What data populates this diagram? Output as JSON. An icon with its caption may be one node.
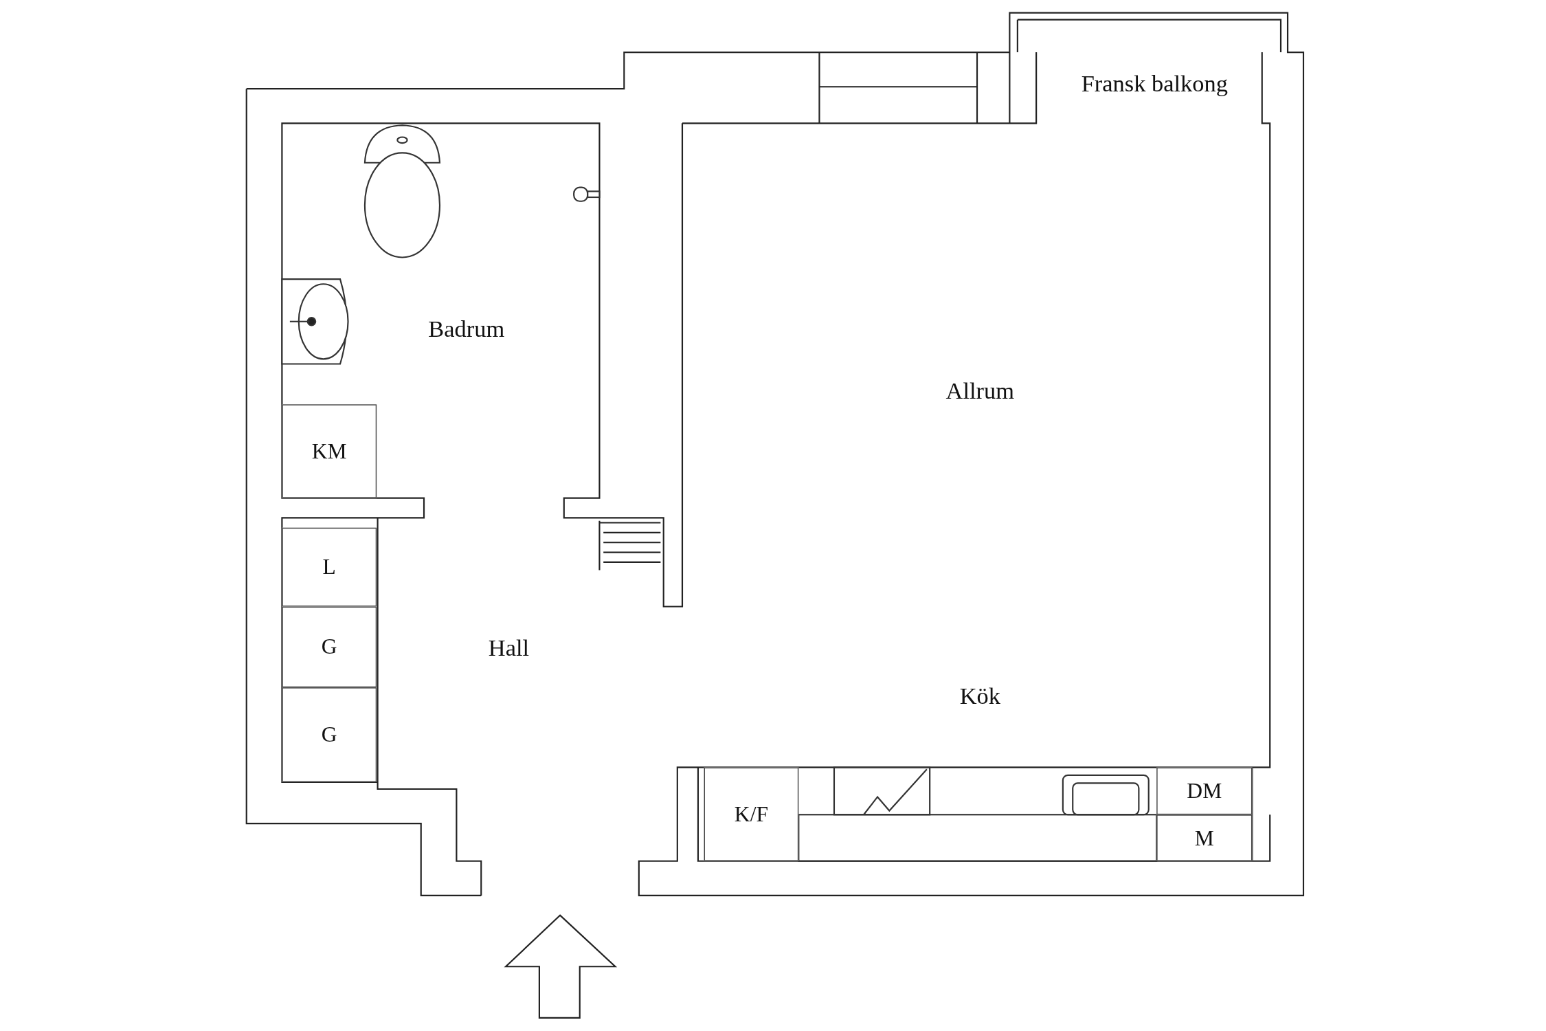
{
  "diagram": {
    "nodes": [
      {
        "text": [
          "KM"
        ]
      },
      {
        "text": [
          "L"
        ]
      },
      {
        "text": [
          "G"
        ]
      },
      {
        "text": [
          "G"
        ]
      },
      {
        "text": [
          "K/F"
        ]
      },
      {
        "text": [
          "DM"
        ]
      },
      {
        "text": [
          "M"
        ]
      }
    ],
    "edges": [],
    "labels": [
      "Fransk balkong",
      "Badrum",
      "Allrum",
      "Hall",
      "Kök"
    ]
  }
}
